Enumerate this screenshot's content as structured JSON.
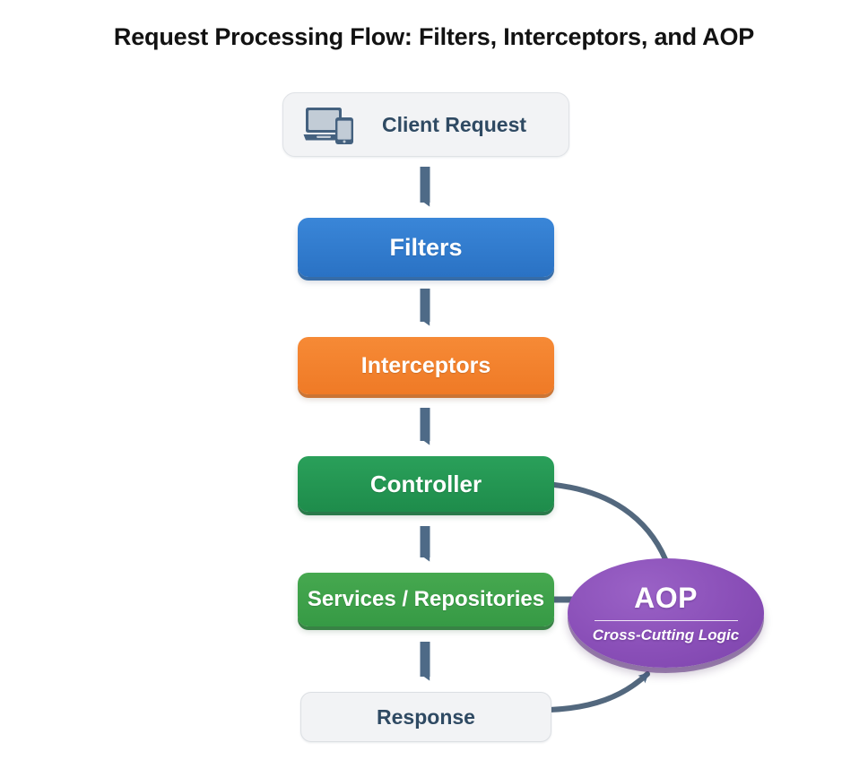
{
  "title": "Request Processing Flow: Filters, Interceptors, and AOP",
  "colors": {
    "background": "#ffffff",
    "title_text": "#121212",
    "arrow": "#4e6a87",
    "panel_bg": "#f2f3f5",
    "panel_text": "#2f4a63",
    "filters": "#2e77c9",
    "interceptors": "#f08030",
    "controller": "#219450",
    "services": "#3fa04a",
    "aop": "#8a4fb8",
    "node_text": "#ffffff"
  },
  "nodes": {
    "client_request": {
      "label": "Client Request",
      "icon": "laptop-and-phone-icon"
    },
    "filters": {
      "label": "Filters"
    },
    "interceptors": {
      "label": "Interceptors"
    },
    "controller": {
      "label": "Controller"
    },
    "services": {
      "label": "Services / Repositories"
    },
    "response": {
      "label": "Response"
    },
    "aop": {
      "title": "AOP",
      "subtitle": "Cross-Cutting Logic"
    }
  },
  "flow": {
    "steps": [
      "Client Request",
      "Filters",
      "Interceptors",
      "Controller",
      "Services / Repositories",
      "Response"
    ],
    "connections": [
      {
        "from": "Client Request",
        "to": "Filters",
        "style": "straight-arrow-down"
      },
      {
        "from": "Filters",
        "to": "Interceptors",
        "style": "straight-arrow-down"
      },
      {
        "from": "Interceptors",
        "to": "Controller",
        "style": "straight-arrow-down"
      },
      {
        "from": "Controller",
        "to": "Services / Repositories",
        "style": "straight-arrow-down"
      },
      {
        "from": "Services / Repositories",
        "to": "Response",
        "style": "straight-arrow-down"
      },
      {
        "from": "Controller",
        "to": "AOP",
        "style": "curved-line"
      },
      {
        "from": "Services / Repositories",
        "to": "AOP",
        "style": "straight-line"
      },
      {
        "from": "Response",
        "to": "AOP",
        "style": "curved-arrow"
      }
    ]
  }
}
